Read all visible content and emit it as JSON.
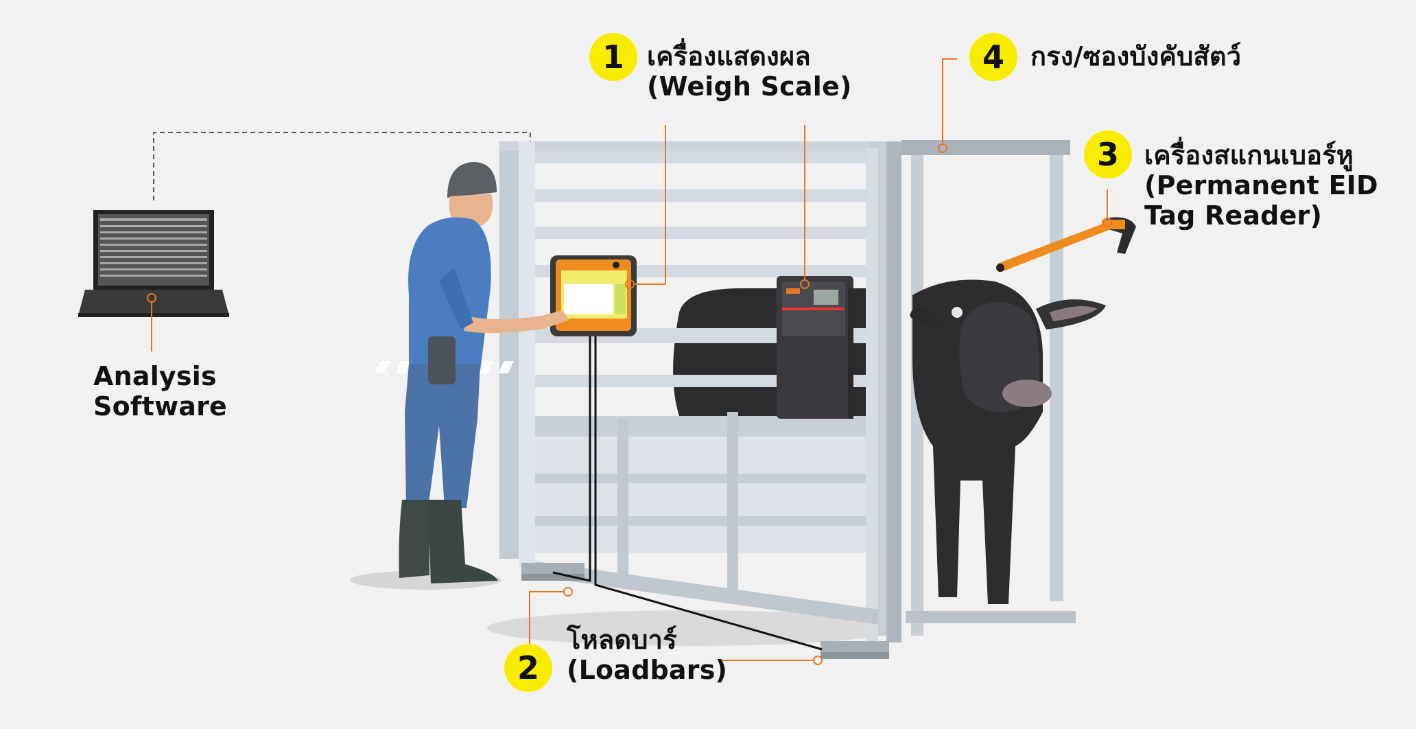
{
  "callouts": {
    "weigh_scale": {
      "number": "1",
      "title": "เครื่องแสดงผล",
      "subtitle": "(Weigh Scale)"
    },
    "loadbars": {
      "number": "2",
      "title": "โหลดบาร์",
      "subtitle": "(Loadbars)"
    },
    "eid_reader": {
      "number": "3",
      "title": "เครื่องสแกนเบอร์หู",
      "line2": "(Permanent EID",
      "line3": "Tag Reader)"
    },
    "crate": {
      "number": "4",
      "title": "กรง/ซองบังคับสัตว์"
    },
    "software": {
      "line1": "Analysis",
      "line2": "Software"
    }
  },
  "colors": {
    "badge": "#f9ec00",
    "accent": "#e87722",
    "frame": "#c9d1d9",
    "background": "#f1f1f1"
  }
}
